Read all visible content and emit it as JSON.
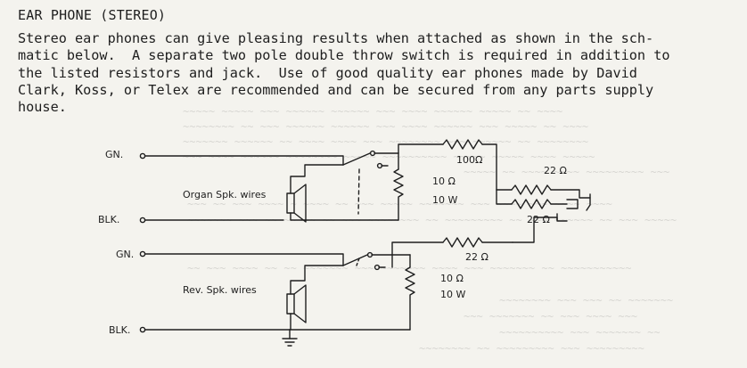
{
  "heading": "EAR PHONE (STEREO)",
  "paragraph_lines": [
    "Stereo ear phones can give pleasing results when attached as shown in the sch-",
    "matic below.  A separate two pole double throw switch is required in addition to",
    "the listed resistors and jack.  Use of good quality ear phones made by David",
    "Clark, Koss, or Telex are recommended and can be secured from any parts supply",
    "house."
  ],
  "schematic": {
    "labels": {
      "gn_top": "GN.",
      "blk_top": "BLK.",
      "gn_bottom": "GN.",
      "blk_bottom": "BLK.",
      "organ_speaker": "Organ Spk. wires",
      "rev_speaker": "Rev. Spk. wires",
      "r_top_series": "100Ω",
      "r_top_shunt_value": "10 Ω",
      "r_top_shunt_watt": "10 W",
      "r_bottom_shunt_value": "10 Ω",
      "r_bottom_shunt_watt": "10 W",
      "r_jack_upper": "22 Ω",
      "r_jack_lower": "22 Ω",
      "r_bottom_series": "22 Ω"
    }
  }
}
